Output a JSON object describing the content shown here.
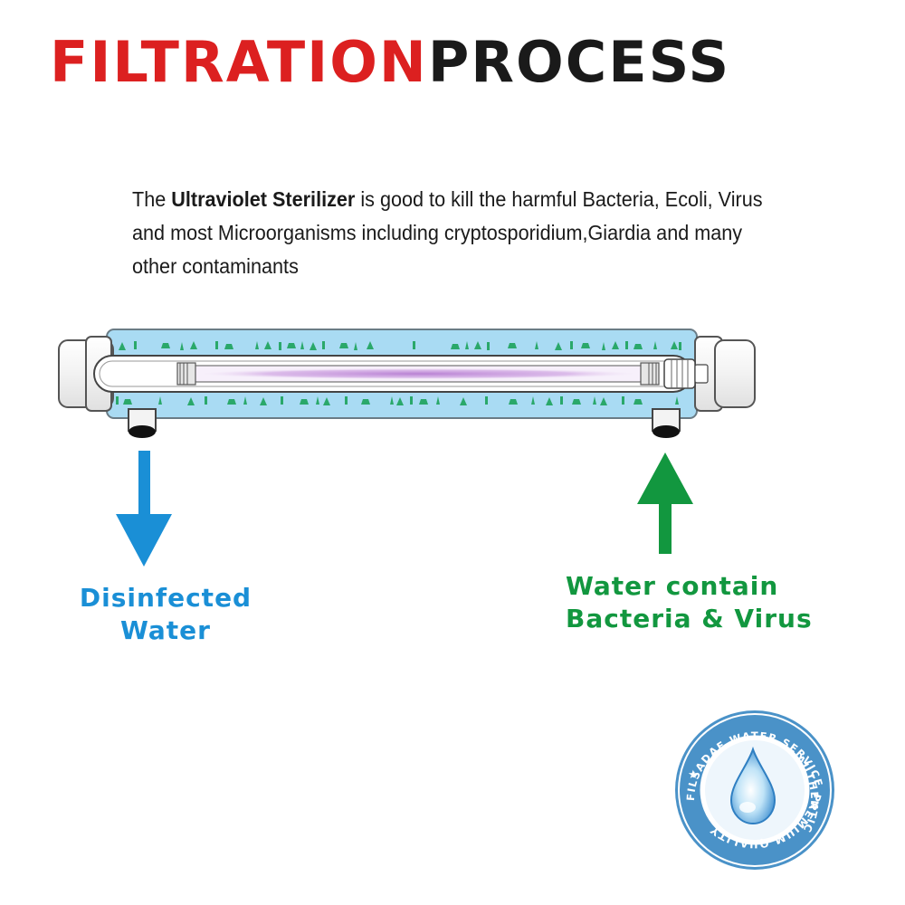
{
  "title": {
    "part1": "FILTRATION",
    "part2": "PROCESS"
  },
  "description": {
    "lead": "The ",
    "highlight": "Ultraviolet Sterilizer",
    "rest": " is good to kill the harmful Bacteria, Ecoli, Virus and most Microorganisms including cryptosporidium,Giardia and many other contaminants"
  },
  "outlet_label": {
    "line1": "Disinfected",
    "line2": "Water"
  },
  "inlet_label": {
    "line1": "Water contain",
    "line2": "Bacteria & Virus"
  },
  "badge": {
    "top_text": "FILSADAE WATER SERVICE",
    "right_text": "AUTHENTIC",
    "bottom_text": "PREMIUM QUALITY"
  },
  "colors": {
    "title_red": "#dc2020",
    "outlet_blue": "#1a8fd6",
    "inlet_green": "#12973f",
    "chamber_blue": "#a9dbf3",
    "particle_green": "#2aa86a",
    "uv_purple": "#b57bd1",
    "badge_blue": "#4a92c8"
  },
  "icons": [
    "arrow-down-icon",
    "arrow-up-icon",
    "water-drop-icon",
    "star-icon"
  ]
}
